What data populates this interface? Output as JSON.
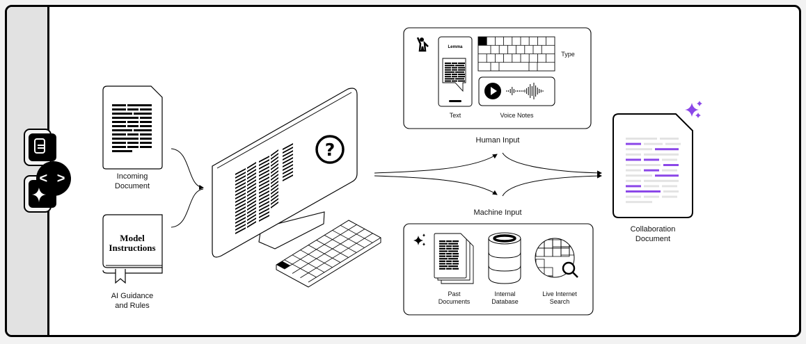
{
  "sidebar": {
    "tabs": [
      {
        "icon": "document-icon"
      },
      {
        "icon": "sparkle-icon"
      }
    ],
    "toggle_icon": "code-chevrons-icon",
    "toggle_label": "< >"
  },
  "diagram": {
    "incoming_document": {
      "label_line1": "Incoming",
      "label_line2": "Document"
    },
    "ai_guidance": {
      "book_title_line1": "Model",
      "book_title_line2": "Instructions",
      "label_line1": "AI Guidance",
      "label_line2": "and Rules"
    },
    "computer": {
      "screen_icon": "question-mark-icon"
    },
    "human_input": {
      "title": "Human Input",
      "phone_app_name": "Lemma",
      "text_label": "Text",
      "type_label": "Type",
      "voice_label": "Voice Notes"
    },
    "machine_input": {
      "title": "Machine Input",
      "past_documents_line1": "Past",
      "past_documents_line2": "Documents",
      "internal_database_line1": "Internal",
      "internal_database_line2": "Database",
      "live_search_line1": "Live Internet",
      "live_search_line2": "Search"
    },
    "collaboration_document": {
      "label_line1": "Collaboration",
      "label_line2": "Document",
      "accent": "#8b47e8",
      "muted": "#e3e3e3"
    }
  }
}
